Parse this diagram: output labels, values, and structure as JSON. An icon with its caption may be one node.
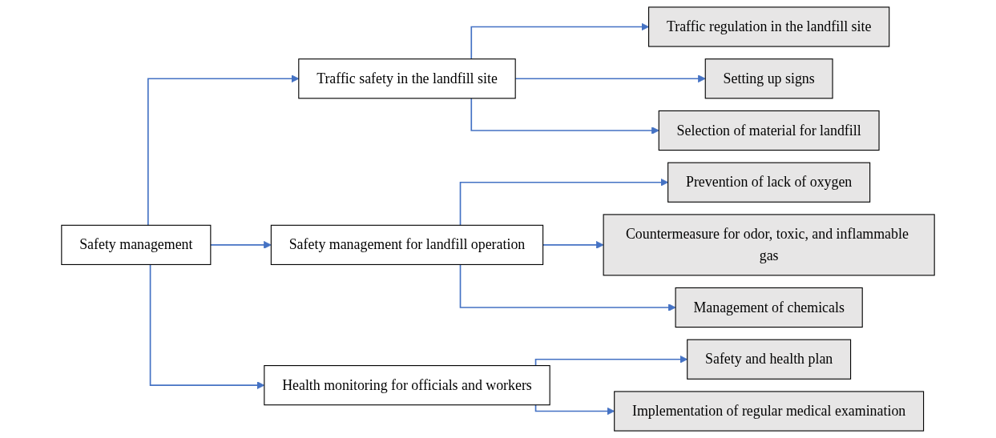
{
  "diagram": {
    "nodes": [
      {
        "text": [
          "Safety management"
        ]
      },
      {
        "text": [
          "Traffic safety in the landfill site"
        ]
      },
      {
        "text": [
          "Safety management for landfill operation"
        ]
      },
      {
        "text": [
          "Health monitoring for officials and workers"
        ]
      },
      {
        "text": [
          "Traffic regulation in the landfill site"
        ]
      },
      {
        "text": [
          "Setting up signs"
        ]
      },
      {
        "text": [
          "Selection of material for landfill"
        ]
      },
      {
        "text": [
          "Prevention of lack of oxygen"
        ]
      },
      {
        "text": [
          "Countermeasure for odor, toxic, and inflammable gas"
        ]
      },
      {
        "text": [
          "Management of chemicals"
        ]
      },
      {
        "text": [
          "Safety and health plan"
        ]
      },
      {
        "text": [
          "Implementation of regular medical examination"
        ]
      }
    ],
    "edges": [
      {
        "from": 0,
        "to": 1,
        "arrow": "to"
      },
      {
        "from": 0,
        "to": 2,
        "arrow": "to"
      },
      {
        "from": 0,
        "to": 3,
        "arrow": "to"
      },
      {
        "from": 1,
        "to": 4,
        "arrow": "to"
      },
      {
        "from": 1,
        "to": 5,
        "arrow": "to"
      },
      {
        "from": 1,
        "to": 6,
        "arrow": "to"
      },
      {
        "from": 2,
        "to": 7,
        "arrow": "to"
      },
      {
        "from": 2,
        "to": 8,
        "arrow": "to"
      },
      {
        "from": 2,
        "to": 9,
        "arrow": "to"
      },
      {
        "from": 3,
        "to": 10,
        "arrow": "to"
      },
      {
        "from": 3,
        "to": 11,
        "arrow": "to"
      }
    ]
  }
}
